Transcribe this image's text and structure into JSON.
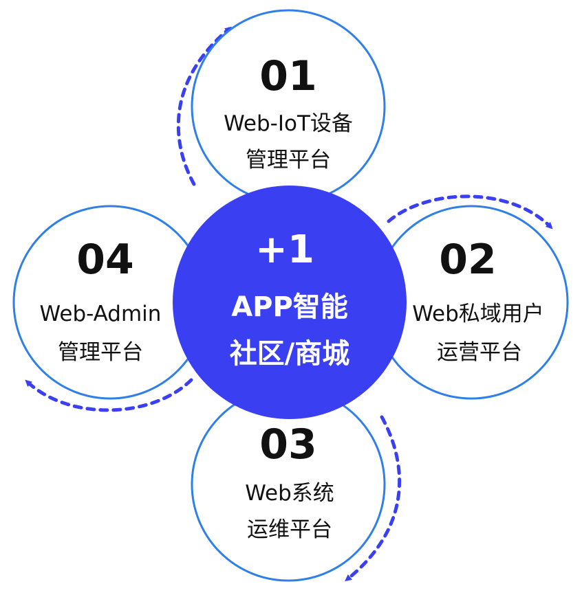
{
  "colors": {
    "accent": "#3a40f2",
    "ring": "#2f7fe8",
    "arrow": "#3a40f2",
    "text": "#111111",
    "center_text": "#ffffff"
  },
  "center": {
    "number": "+1",
    "line1": "APP智能",
    "line2": "社区/商城"
  },
  "nodes": [
    {
      "number": "01",
      "line1": "Web-IoT设备",
      "line2": "管理平台"
    },
    {
      "number": "02",
      "line1": "Web私域用户",
      "line2": "运营平台"
    },
    {
      "number": "03",
      "line1": "Web系统",
      "line2": "运维平台"
    },
    {
      "number": "04",
      "line1": "Web-Admin",
      "line2": "管理平台"
    }
  ]
}
